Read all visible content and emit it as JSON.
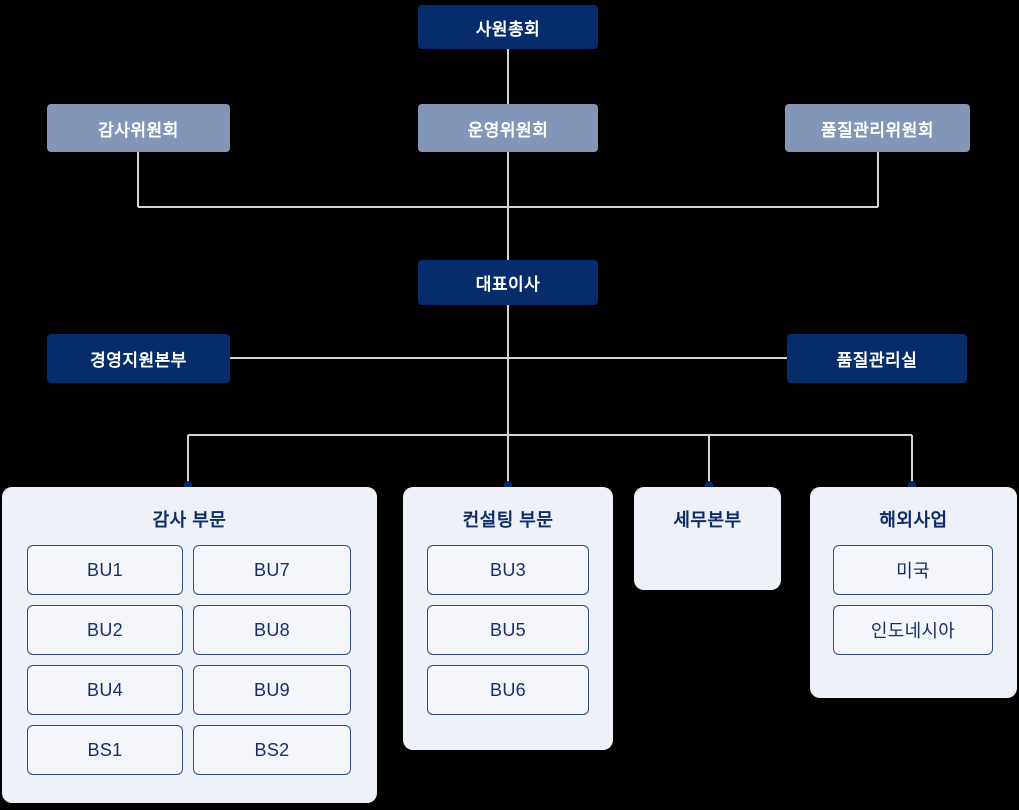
{
  "colors": {
    "background": "#000000",
    "primary_navy": "#072c6b",
    "muted_blue": "#8496b8",
    "connector_gray": "#d4d4d4",
    "panel_background": "#eef1f8",
    "unit_border_navy": "#2f4d85",
    "unit_text_navy": "#14306c",
    "node_text_white": "#ffffff"
  },
  "chart": {
    "root": {
      "label": "사원총회"
    },
    "committees": [
      {
        "label": "감사위원회"
      },
      {
        "label": "운영위원회"
      },
      {
        "label": "품질관리위원회"
      }
    ],
    "ceo": {
      "label": "대표이사"
    },
    "staff": [
      {
        "label": "경영지원본부"
      },
      {
        "label": "품질관리실"
      }
    ],
    "divisions": [
      {
        "title": "감사 부문",
        "units": [
          "BU1",
          "BU7",
          "BU2",
          "BU8",
          "BU4",
          "BU9",
          "BS1",
          "BS2"
        ]
      },
      {
        "title": "컨설팅 부문",
        "units": [
          "BU3",
          "BU5",
          "BU6"
        ]
      },
      {
        "title": "세무본부",
        "units": []
      },
      {
        "title": "해외사업",
        "units": [
          "미국",
          "인도네시아"
        ]
      }
    ]
  }
}
